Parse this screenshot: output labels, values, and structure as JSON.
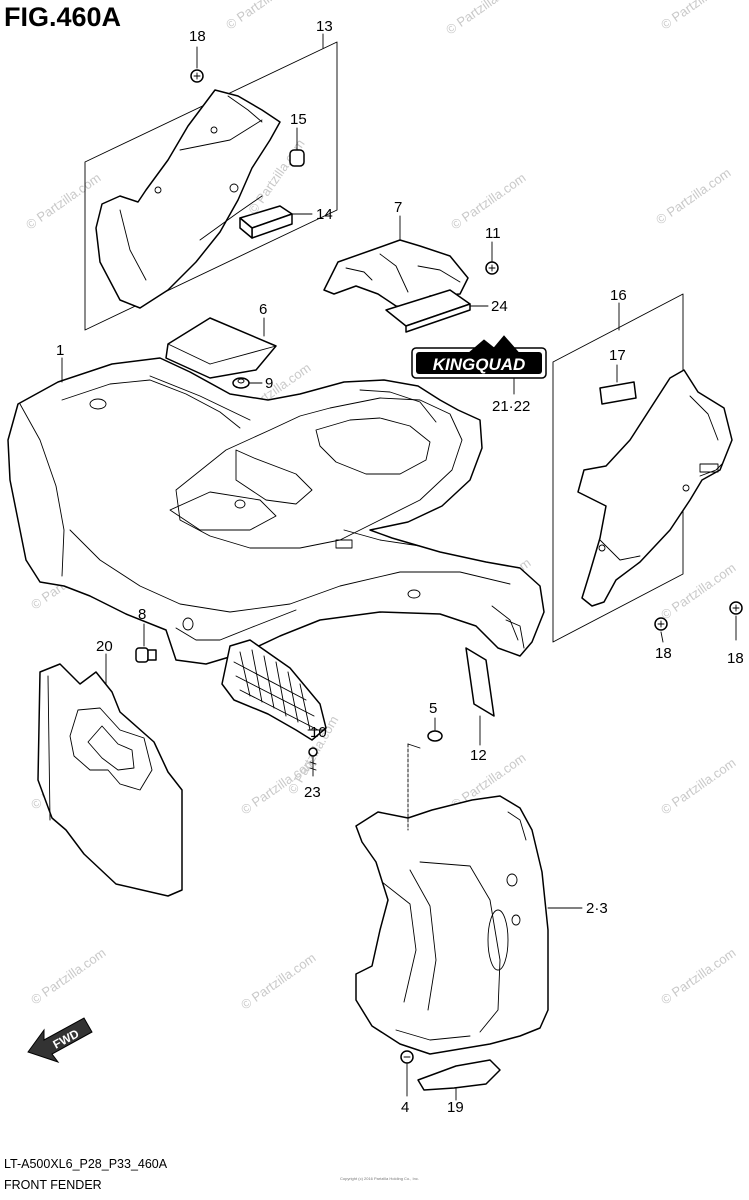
{
  "figure_title": "FIG.460A",
  "footer": {
    "model_code": "LT-A500XL6_P28_P33_460A",
    "section_name": "FRONT FENDER",
    "copyright": "Copyright (c) 2016 Partzilla Holding Co., Inc."
  },
  "watermark": "© Partzilla.com",
  "logo_text": "KINGQUAD",
  "callouts": {
    "c1": "1",
    "c2_3": "2·3",
    "c4": "4",
    "c5": "5",
    "c6": "6",
    "c7": "7",
    "c8": "8",
    "c9": "9",
    "c10": "10",
    "c11": "11",
    "c12": "12",
    "c13": "13",
    "c14": "14",
    "c15": "15",
    "c16": "16",
    "c17": "17",
    "c18_top": "18",
    "c18_left": "18",
    "c18_right": "18",
    "c19": "19",
    "c20": "20",
    "c21_22": "21·22",
    "c23": "23",
    "c24": "24"
  },
  "fwd_label": "FWD"
}
